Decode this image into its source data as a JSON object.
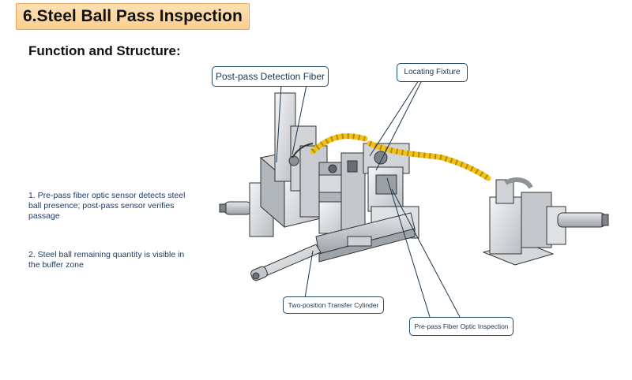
{
  "header": {
    "title": "6.Steel Ball Pass Inspection"
  },
  "section": {
    "subtitle": "Function and Structure:"
  },
  "notes": [
    "1. Pre-pass fiber optic sensor detects steel ball presence; post-pass sensor verifies passage",
    "2. Steel ball remaining quantity is visible in the buffer zone"
  ],
  "callouts": {
    "post_pass": "Post-pass Detection Fiber",
    "locating": "Locating Fixture",
    "cylinder": "Two-position Transfer Cylinder",
    "pre_pass": "Pre-pass Fiber Optic Inspection"
  },
  "colors": {
    "title_bg": "#fbcf8f",
    "title_border": "#e0a85a",
    "text_blue": "#1f3b63",
    "cable": "#f2c21b"
  }
}
